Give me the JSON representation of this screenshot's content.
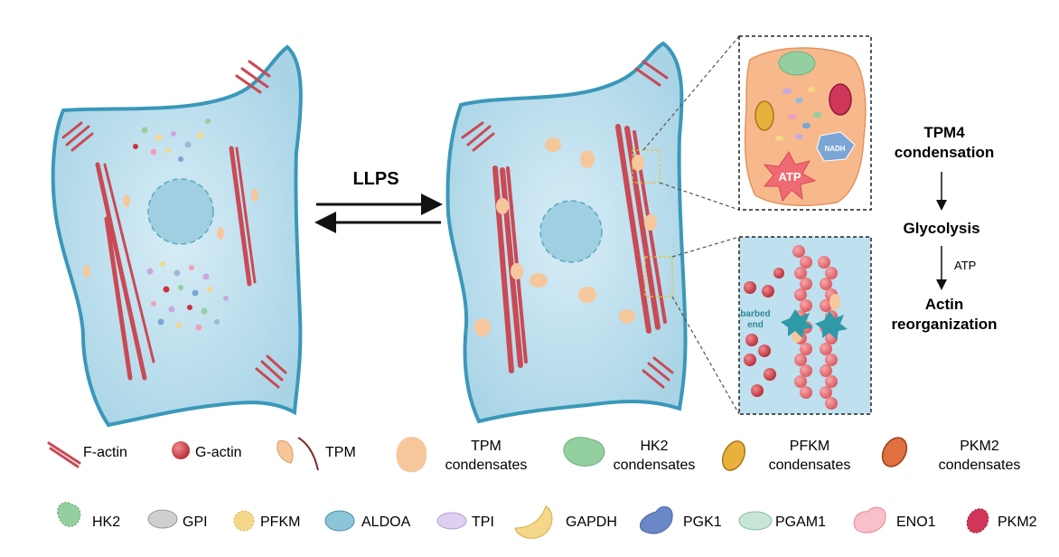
{
  "arrows": {
    "forward_label": "LLPS"
  },
  "inset_top": {
    "atp_label": "ATP",
    "nadh_label": "NADH"
  },
  "inset_bottom": {
    "barbed_end_label_1": "barbed",
    "barbed_end_label_2": "end"
  },
  "pathway": {
    "step1_line1": "TPM4",
    "step1_line2": "condensation",
    "step2": "Glycolysis",
    "edge_label": "ATP",
    "step3_line1": "Actin",
    "step3_line2": "reorganization"
  },
  "legend_row1": [
    {
      "label": "F-actin"
    },
    {
      "label": "G-actin"
    },
    {
      "label": "TPM"
    },
    {
      "line1": "TPM",
      "line2": "condensates"
    },
    {
      "line1": "HK2",
      "line2": "condensates"
    },
    {
      "line1": "PFKM",
      "line2": "condensates"
    },
    {
      "line1": "PKM2",
      "line2": "condensates"
    }
  ],
  "legend_row2": [
    {
      "label": "HK2"
    },
    {
      "label": "GPI"
    },
    {
      "label": "PFKM"
    },
    {
      "label": "ALDOA"
    },
    {
      "label": "TPI"
    },
    {
      "label": "GAPDH"
    },
    {
      "label": "PGK1"
    },
    {
      "label": "PGAM1"
    },
    {
      "label": "ENO1"
    },
    {
      "label": "PKM2"
    }
  ],
  "colors": {
    "cell_fill": "#bfe0ee",
    "cell_stroke": "#3a98b9",
    "nucleus": "#9fcfe0",
    "actin": "#c94a55",
    "g_actin": "#c8333e",
    "tpm_condensate": "#f6c79b",
    "hk2": "#94cfa0",
    "pfkm": "#e8b13b",
    "pkm2": "#e07040",
    "inset_fill": "#f7b98c"
  }
}
